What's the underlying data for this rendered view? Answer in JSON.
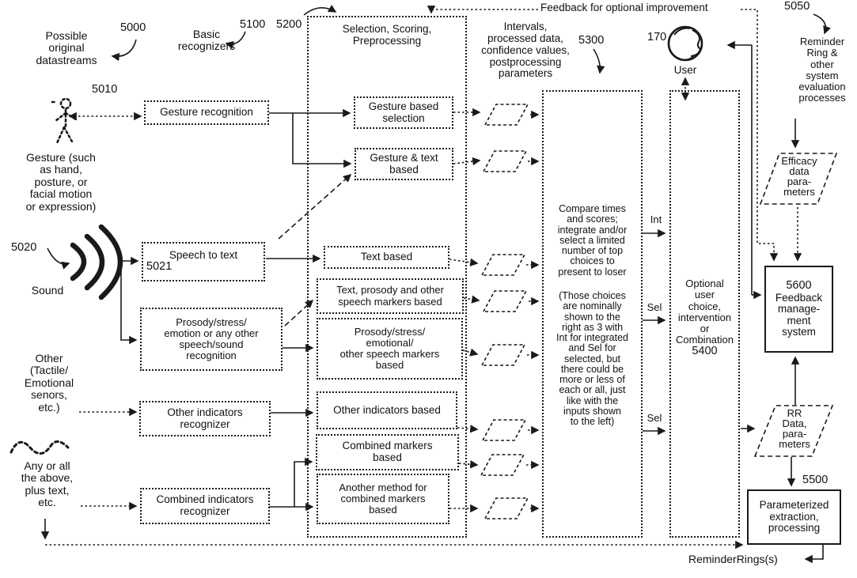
{
  "annotations": {
    "possible_original": "Possible\noriginal\ndatastreams",
    "ref_5000": "5000",
    "basic_recognizers": "Basic\nrecognizers",
    "ref_5100": "5100",
    "ref_5200": "5200",
    "ref_5010": "5010",
    "gesture_caption": "Gesture (such\nas hand,\nposture, or\nfacial motion\nor expression)",
    "ref_5020": "5020",
    "sound_caption": "Sound",
    "other_caption": "Other\n(Tactile/\nEmotional\nsenors,\netc.)",
    "any_caption": "Any or all\nthe above,\nplus text,\netc.",
    "intervals_caption": "Intervals,\nprocessed data,\nconfidence values,\npostprocessing\nparameters",
    "ref_5300": "5300",
    "feedback_note": "Feedback for optional improvement",
    "ref_170": "170",
    "user_label": "User",
    "ref_5050": "5050",
    "reminder_caption": "Reminder\nRing &\nother\nsystem\nevaluation\nprocesses",
    "reminder_rings": "ReminderRings(s)",
    "ref_5500": "5500",
    "ref_5400": "5400",
    "ref_5600": "5600",
    "ref_5021": "5021",
    "int_label": "Int",
    "sel_label": "Sel"
  },
  "recognizers": {
    "gesture": "Gesture recognition",
    "speech": "Speech to text",
    "prosody": "Prosody/stress/\nemotion or any other\nspeech/sound\nrecognition",
    "other": "Other indicators\nrecognizer",
    "combined": "Combined indicators\nrecognizer"
  },
  "selection": {
    "title": "Selection, Scoring,\nPreprocessing",
    "boxes": [
      "Gesture based\nselection",
      "Gesture & text\nbased",
      "Text based",
      "Text, prosody and other\nspeech markers based",
      "Prosody/stress/\nemotional/\nother speech markers\nbased",
      "Other indicators based",
      "Combined markers\nbased",
      "Another method for\ncombined markers\nbased"
    ]
  },
  "compare": {
    "para1": "Compare times\nand scores;\nintegrate and/or\nselect a limited\nnumber of top\nchoices to\npresent to loser",
    "para2": "(Those choices\nare nominally\nshown to the\nright as 3 with\nInt for integrated\nand Sel for\nselected, but\nthere could be\nmore or less of\neach or all, just\nlike with the\ninputs shown\nto the left)"
  },
  "optional_box": "Optional\nuser\nchoice,\nintervention\nor\nCombination",
  "right_column": {
    "efficacy": "Efficacy\ndata\npara-\nmeters",
    "feedback": "Feedback\nmanage-\nment\nsystem",
    "rr": "RR\nData,\npara-\nmeters",
    "param": "Parameterized\nextraction,\nprocessing"
  }
}
